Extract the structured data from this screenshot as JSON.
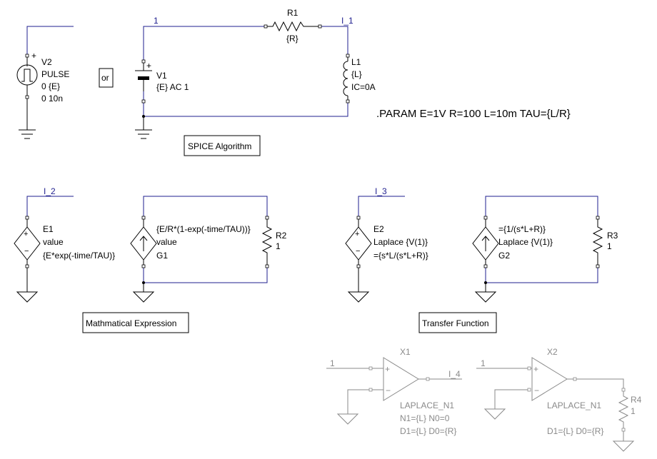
{
  "top": {
    "v2": {
      "name": "V2",
      "type": "PULSE",
      "p1": "0 {E}",
      "p2": "0 10n",
      "plus": "+"
    },
    "or_label": "or",
    "v1": {
      "name": "V1",
      "value": "{E} AC 1",
      "plus": "+"
    },
    "r1": {
      "name": "R1",
      "value": "{R}"
    },
    "l1": {
      "name": "L1",
      "value": "{L}",
      "ic": "IC=0A"
    },
    "net1": "1",
    "net_i1": "I_1",
    "param": ".PARAM   E=1V  R=100  L=10m   TAU={L/R}",
    "algo_label": "SPICE Algorithm"
  },
  "middle": {
    "net_i2": "I_2",
    "e1": {
      "name": "E1",
      "type": "value",
      "expr": "{E*exp(-time/TAU)}"
    },
    "g1": {
      "name": "G1",
      "type": "value",
      "expr": "{E/R*(1-exp(-time/TAU))}"
    },
    "r2": {
      "name": "R2",
      "value": "1"
    },
    "math_label": "Mathmatical Expression",
    "net_i3": "I_3",
    "e2": {
      "name": "E2",
      "type": "Laplace {V(1)}",
      "expr": "={s*L/(s*L+R)}"
    },
    "g2": {
      "name": "G2",
      "type": "Laplace {V(1)}",
      "expr": "={1/(s*L+R)}"
    },
    "r3": {
      "name": "R3",
      "value": "1"
    },
    "tf_label": "Transfer Function"
  },
  "bottom": {
    "x1": {
      "name": "X1",
      "model": "LAPLACE_N1",
      "line1": "N1={L}  N0=0",
      "line2": "D1={L}  D0={R}",
      "in_net": "1",
      "out_net": "I_4",
      "plus": "+",
      "minus": "−"
    },
    "x2": {
      "name": "X2",
      "model": "LAPLACE_N1",
      "line2": "D1={L}   D0={R}",
      "in_net": "1",
      "plus": "+",
      "minus": "−"
    },
    "r4": {
      "name": "R4",
      "value": "1"
    }
  }
}
